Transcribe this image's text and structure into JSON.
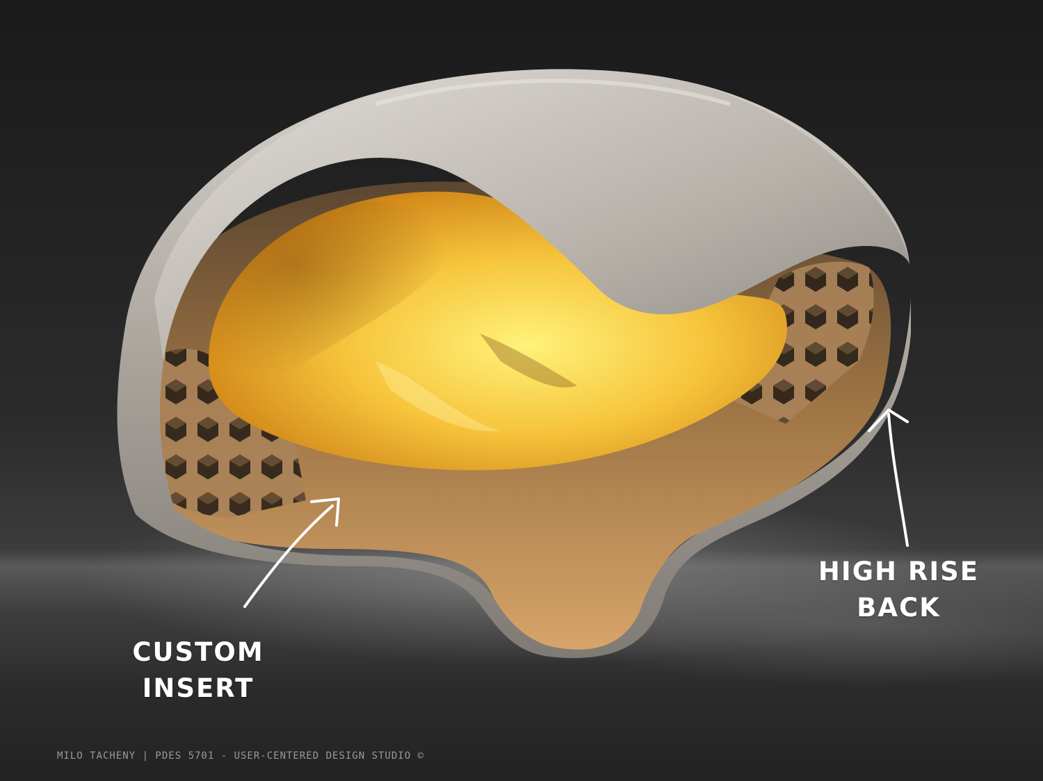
{
  "callouts": {
    "custom_insert": {
      "line1": "CUSTOM",
      "line2": "INSERT"
    },
    "high_rise_back": {
      "line1": "HIGH RISE",
      "line2": "BACK"
    }
  },
  "footer": {
    "credit": "MILO TACHENY | PDES 5701 - USER-CENTERED DESIGN STUDIO ©"
  },
  "colors": {
    "shell": "#b8b2ab",
    "liner": "#c9965c",
    "insert": "#f2b632",
    "label": "#ffffff"
  }
}
